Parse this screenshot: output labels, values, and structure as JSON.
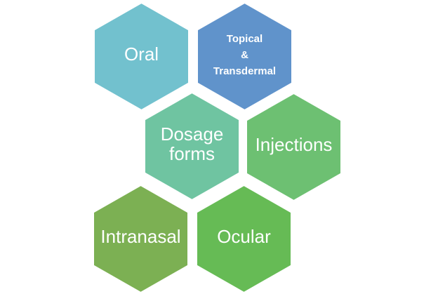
{
  "theme": {
    "background": "#FFFFFF",
    "hex_stroke": "#FFFFFF",
    "text_color": "#FFFFFF"
  },
  "hexagons": [
    {
      "name": "oral",
      "label": "Oral",
      "fill": "#72C1CE"
    },
    {
      "name": "topical-transdermal",
      "lines": [
        "Topical",
        "&",
        "Transdermal"
      ],
      "fill": "#6093CB"
    },
    {
      "name": "dosage-forms",
      "lines": [
        "Dosage",
        "forms"
      ],
      "fill": "#6FC4A1"
    },
    {
      "name": "injections",
      "label": "Injections",
      "fill": "#6DC072"
    },
    {
      "name": "intranasal",
      "label": "Intranasal",
      "fill": "#7CB053"
    },
    {
      "name": "ocular",
      "label": "Ocular",
      "fill": "#66BB55"
    }
  ]
}
